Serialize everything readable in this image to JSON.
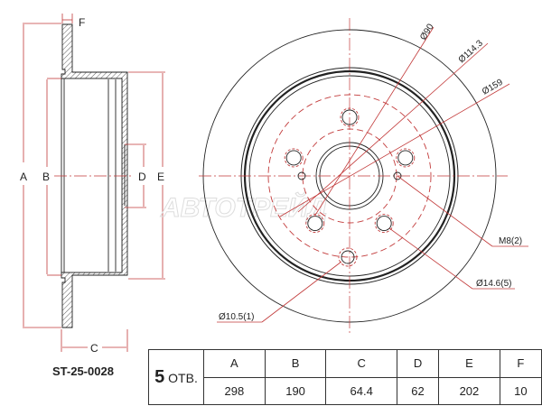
{
  "part_number": "ST-25-0028",
  "holes": {
    "count": "5",
    "label": "ОТВ."
  },
  "table": {
    "headers": [
      "A",
      "B",
      "C",
      "D",
      "E",
      "F"
    ],
    "values": [
      "298",
      "190",
      "64.4",
      "62",
      "202",
      "10"
    ]
  },
  "side_view_labels": {
    "A": "A",
    "B": "B",
    "C": "C",
    "D": "D",
    "E": "E",
    "F": "F"
  },
  "front_view_labels": {
    "d90": "Ø90",
    "d114": "Ø114.3",
    "d159": "Ø159",
    "m8": "M8(2)",
    "d14": "Ø14.6(5)",
    "d10": "Ø10.5(1)"
  },
  "watermark": "AВТОТРЕЙД"
}
